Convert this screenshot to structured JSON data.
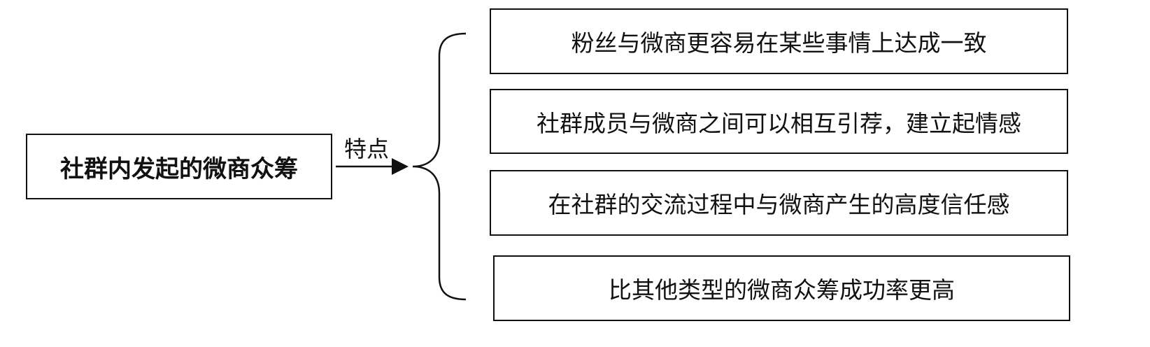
{
  "root": {
    "label": "社群内发起的微商众筹"
  },
  "connector": {
    "label": "特点"
  },
  "items": [
    {
      "label": "粉丝与微商更容易在某些事情上达成一致"
    },
    {
      "label": "社群成员与微商之间可以相互引荐，建立起情感"
    },
    {
      "label": "在社群的交流过程中与微商产生的高度信任感"
    },
    {
      "label": "比其他类型的微商众筹成功率更高"
    }
  ],
  "colors": {
    "stroke": "#111111",
    "background": "#ffffff"
  }
}
